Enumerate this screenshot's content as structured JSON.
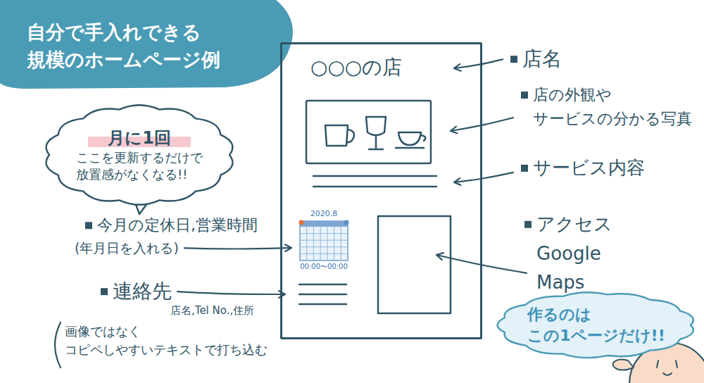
{
  "diagram": {
    "title": "自分で手入れできる 規模のホームページ例",
    "nodes": [
      {
        "text": [
          "○○○の店"
        ]
      },
      {
        "text": [
          "2020.8",
          "00:00〜00:00"
        ],
        "in": 0
      },
      {
        "text": [
          "月に1回",
          "ここを更新するだけで 放置感がなくなる!!"
        ]
      },
      {
        "text": [
          "作るのは この1ページだけ!!"
        ]
      }
    ],
    "labels": [
      "店名",
      "店の外観や サービスの分かる写真",
      "サービス内容",
      "アクセス Google Maps",
      "今月の定休日,営業時間",
      "(年月日を入れる)",
      "連絡先",
      "店名,Tel No.,住所",
      "画像ではなく コピペしやすいテキストで打ち込む"
    ]
  }
}
